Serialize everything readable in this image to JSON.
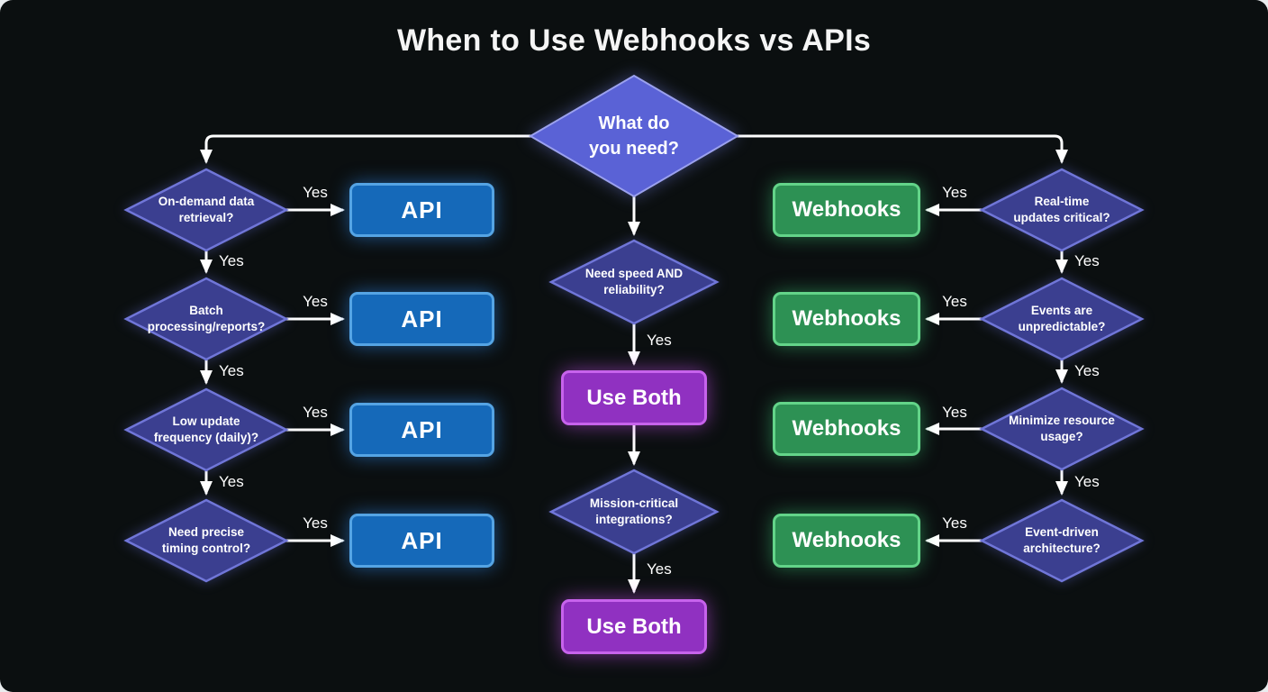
{
  "title": "When to Use Webhooks vs APIs",
  "labels": {
    "yes": "Yes"
  },
  "root_question": "What do\nyou need?",
  "api_branch": {
    "result": "API",
    "questions": [
      "On-demand data\nretrieval?",
      "Batch\nprocessing/reports?",
      "Low update\nfrequency (daily)?",
      "Need precise\ntiming control?"
    ]
  },
  "both_branch": {
    "result": "Use Both",
    "questions": [
      "Need speed AND\nreliability?",
      "Mission-critical\nintegrations?"
    ]
  },
  "webhooks_branch": {
    "result": "Webhooks",
    "questions": [
      "Real-time\nupdates critical?",
      "Events are\nunpredictable?",
      "Minimize resource\nusage?",
      "Event-driven\narchitecture?"
    ]
  },
  "colors": {
    "background": "#0b0f10",
    "connector": "#ffffff",
    "diamond_fill": "#3b3f90",
    "diamond_border": "#7076d8",
    "root_diamond_fill": "#5a62d6",
    "root_diamond_border": "#9ba1ee",
    "api_fill": "#1569b9",
    "api_border": "#55a4e4",
    "webhooks_fill": "#2d9154",
    "webhooks_border": "#63d489",
    "use_both_fill": "#9031c1",
    "use_both_border": "#c763ec"
  }
}
